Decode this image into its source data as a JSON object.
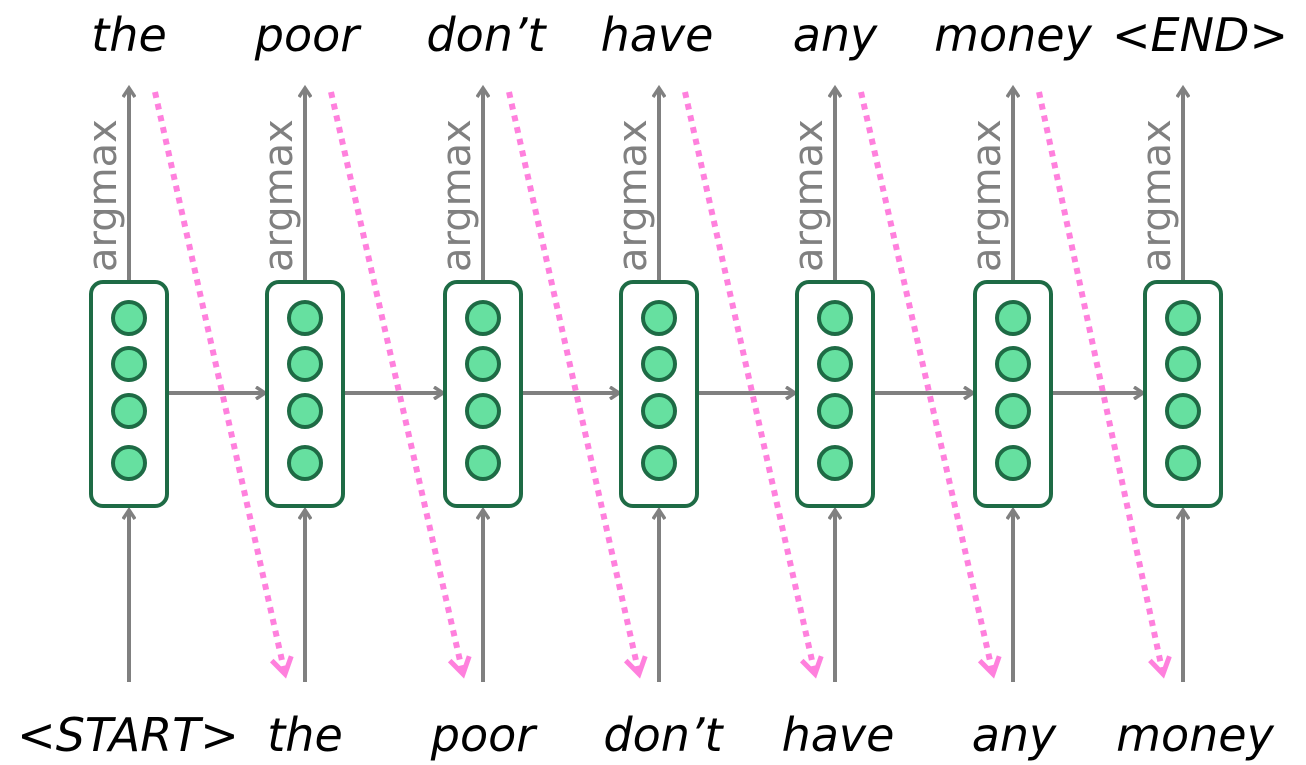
{
  "diagram": {
    "output_words": [
      "the",
      "poor",
      "don’t",
      "have",
      "any",
      "money",
      "<END>"
    ],
    "input_words": [
      "<START>",
      "the",
      "poor",
      "don’t",
      "have",
      "any",
      "money"
    ],
    "op_label": "argmax",
    "colors": {
      "arrow": "#808080",
      "cell_border": "#1e6b45",
      "neuron_fill": "#66e0a0",
      "feedback": "#ff80dd"
    }
  }
}
